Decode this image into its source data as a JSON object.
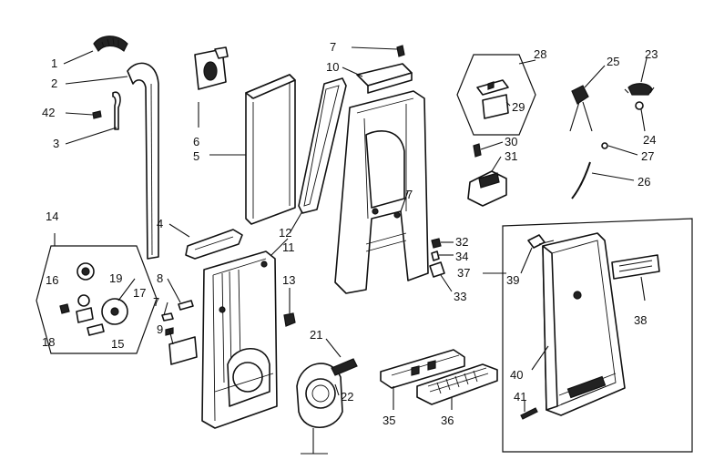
{
  "callouts": [
    {
      "id": "c1",
      "text": "1"
    },
    {
      "id": "c2",
      "text": "2"
    },
    {
      "id": "c42",
      "text": "42"
    },
    {
      "id": "c3",
      "text": "3"
    },
    {
      "id": "c6",
      "text": "6"
    },
    {
      "id": "c5",
      "text": "5"
    },
    {
      "id": "c4",
      "text": "4"
    },
    {
      "id": "c14",
      "text": "14"
    },
    {
      "id": "c16",
      "text": "16"
    },
    {
      "id": "c19",
      "text": "19"
    },
    {
      "id": "c17",
      "text": "17"
    },
    {
      "id": "c18",
      "text": "18"
    },
    {
      "id": "c15",
      "text": "15"
    },
    {
      "id": "c8",
      "text": "8"
    },
    {
      "id": "c7b",
      "text": "7"
    },
    {
      "id": "c9",
      "text": "9"
    },
    {
      "id": "c12",
      "text": "12"
    },
    {
      "id": "c11",
      "text": "11"
    },
    {
      "id": "c13",
      "text": "13"
    },
    {
      "id": "c7a",
      "text": "7"
    },
    {
      "id": "c10",
      "text": "10"
    },
    {
      "id": "c7c",
      "text": "7"
    },
    {
      "id": "c28",
      "text": "28"
    },
    {
      "id": "c29",
      "text": "29"
    },
    {
      "id": "c30",
      "text": "30"
    },
    {
      "id": "c31",
      "text": "31"
    },
    {
      "id": "c32",
      "text": "32"
    },
    {
      "id": "c34",
      "text": "34"
    },
    {
      "id": "c37",
      "text": "37"
    },
    {
      "id": "c33",
      "text": "33"
    },
    {
      "id": "c25",
      "text": "25"
    },
    {
      "id": "c23",
      "text": "23"
    },
    {
      "id": "c24",
      "text": "24"
    },
    {
      "id": "c27",
      "text": "27"
    },
    {
      "id": "c26",
      "text": "26"
    },
    {
      "id": "c39",
      "text": "39"
    },
    {
      "id": "c38",
      "text": "38"
    },
    {
      "id": "c40",
      "text": "40"
    },
    {
      "id": "c41",
      "text": "41"
    },
    {
      "id": "c21",
      "text": "21"
    },
    {
      "id": "c22",
      "text": "22"
    },
    {
      "id": "c35",
      "text": "35"
    },
    {
      "id": "c36",
      "text": "36"
    }
  ]
}
